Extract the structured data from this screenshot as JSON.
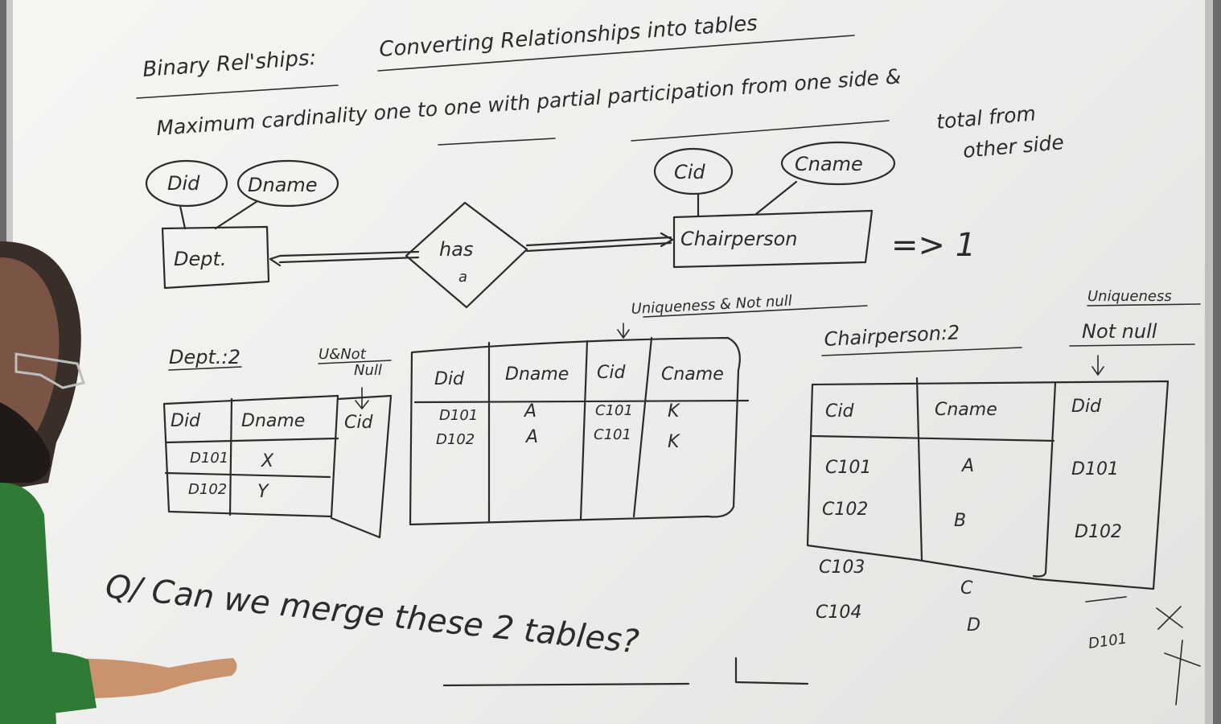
{
  "heading": {
    "prefix": "Binary Rel'ships:",
    "title": "Converting Relationships into tables",
    "line2": "Maximum cardinality one to one  with partial participation from one side &",
    "line3a": "total from",
    "line3b": "other side"
  },
  "er": {
    "left_entity": "Dept.",
    "left_attrs": [
      "Did",
      "Dname"
    ],
    "relationship": [
      "has",
      "a"
    ],
    "right_entity": "Chairperson",
    "right_attrs": [
      "Cid",
      "Cname"
    ],
    "result": "=>  1"
  },
  "dept_table": {
    "label": "Dept.:2",
    "note": [
      "U&Not",
      "Null"
    ],
    "columns": [
      "Did",
      "Dname",
      "Cid"
    ],
    "rows": [
      [
        "D101",
        "X",
        ""
      ],
      [
        "D102",
        "Y",
        ""
      ]
    ]
  },
  "merged_table": {
    "note": "Uniqueness & Not null",
    "columns": [
      "Did",
      "Dname",
      "Cid",
      "Cname"
    ],
    "rows": [
      [
        "D101",
        "A",
        "C101",
        "K"
      ],
      [
        "D102",
        "A",
        "C101",
        "K"
      ]
    ]
  },
  "chair_table": {
    "label": "Chairperson:2",
    "note": [
      "Uniqueness",
      "Not null"
    ],
    "columns": [
      "Cid",
      "Cname",
      "Did"
    ],
    "rows": [
      [
        "C101",
        "A",
        "D101"
      ],
      [
        "C102",
        "B",
        "D102"
      ]
    ],
    "extra_rows": [
      [
        "C103",
        "C"
      ],
      [
        "C104",
        "D"
      ]
    ],
    "crossed_value": "D101"
  },
  "question": "Q/ Can we merge these 2 tables?"
}
